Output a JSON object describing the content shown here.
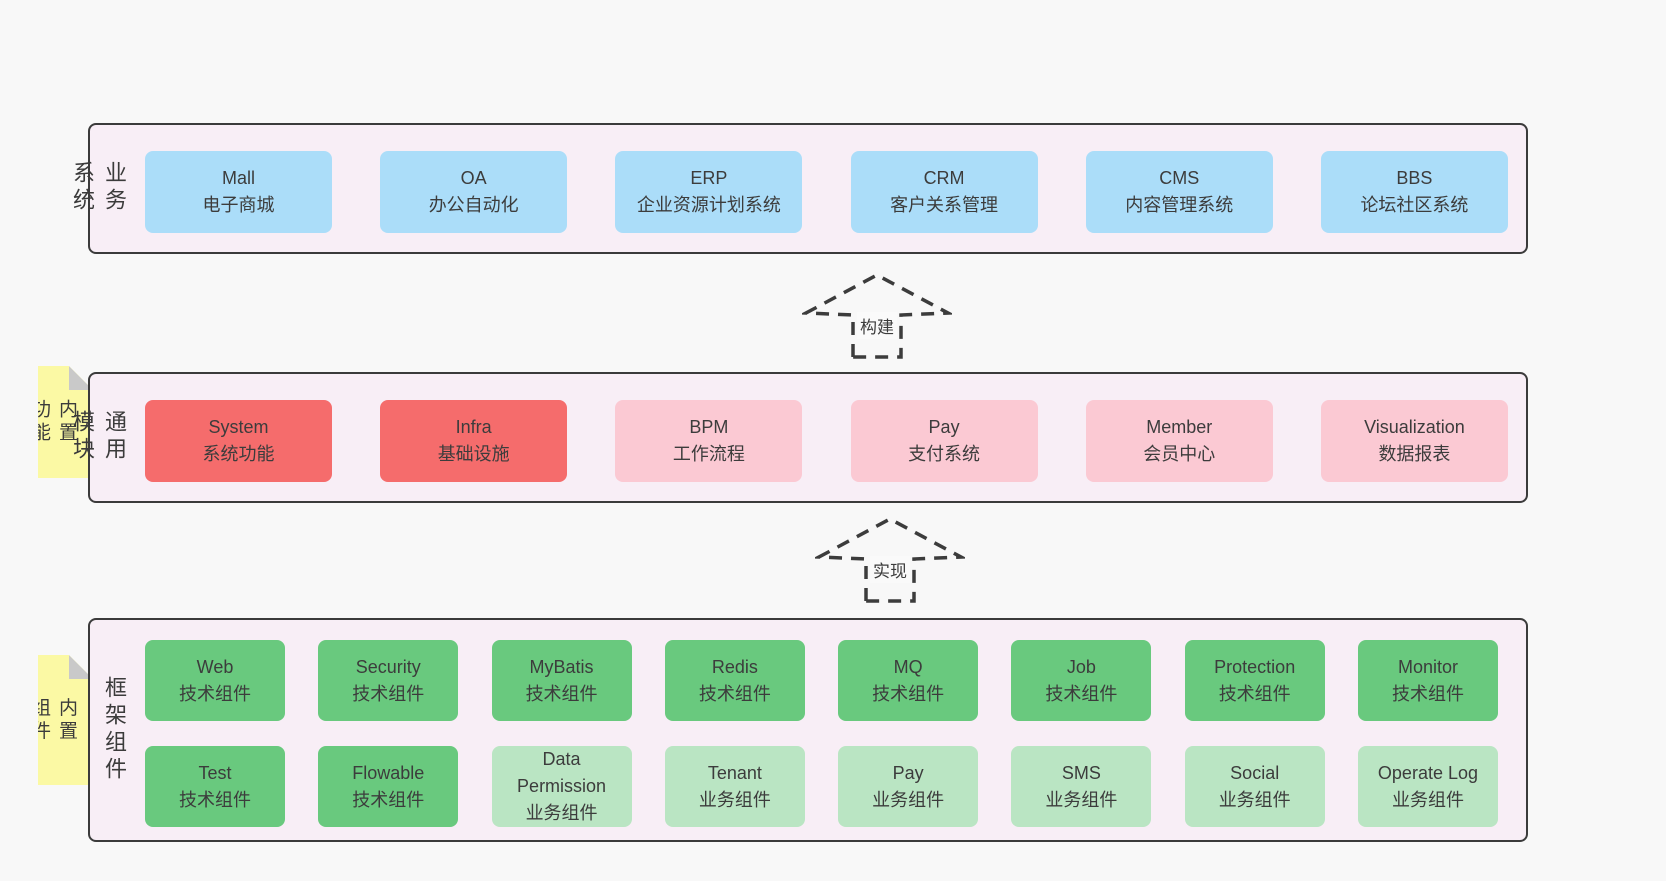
{
  "palette": {
    "page_background": "#f8f8f8",
    "container_fill": "#f8eef6",
    "container_border": "#3b3b3b",
    "business_box": "#abddf9",
    "core_module_box": "#f56c6c",
    "optional_module_box": "#fbc9d3",
    "tech_component_box": "#69c97e",
    "biz_component_box": "#bae5c3",
    "sticky_note": "#fbf9a4",
    "sticky_fold": "#c9c9c9",
    "text": "#3c3c3c"
  },
  "arrows": [
    {
      "label": "构建"
    },
    {
      "label": "实现"
    }
  ],
  "stickies": [
    {
      "label": "内置功能"
    },
    {
      "label": "内置组件"
    }
  ],
  "layers": [
    {
      "label": "业务系统",
      "boxes": [
        {
          "name": "Mall",
          "desc": "电子商城"
        },
        {
          "name": "OA",
          "desc": "办公自动化"
        },
        {
          "name": "ERP",
          "desc": "企业资源计划系统"
        },
        {
          "name": "CRM",
          "desc": "客户关系管理"
        },
        {
          "name": "CMS",
          "desc": "内容管理系统"
        },
        {
          "name": "BBS",
          "desc": "论坛社区系统"
        }
      ]
    },
    {
      "label": "通用模块",
      "boxes": [
        {
          "name": "System",
          "desc": "系统功能"
        },
        {
          "name": "Infra",
          "desc": "基础设施"
        },
        {
          "name": "BPM",
          "desc": "工作流程"
        },
        {
          "name": "Pay",
          "desc": "支付系统"
        },
        {
          "name": "Member",
          "desc": "会员中心"
        },
        {
          "name": "Visualization",
          "desc": "数据报表"
        }
      ]
    },
    {
      "label": "框架组件",
      "rows": [
        [
          {
            "name": "Web",
            "desc": "技术组件"
          },
          {
            "name": "Security",
            "desc": "技术组件"
          },
          {
            "name": "MyBatis",
            "desc": "技术组件"
          },
          {
            "name": "Redis",
            "desc": "技术组件"
          },
          {
            "name": "MQ",
            "desc": "技术组件"
          },
          {
            "name": "Job",
            "desc": "技术组件"
          },
          {
            "name": "Protection",
            "desc": "技术组件"
          },
          {
            "name": "Monitor",
            "desc": "技术组件"
          }
        ],
        [
          {
            "name": "Test",
            "desc": "技术组件"
          },
          {
            "name": "Flowable",
            "desc": "技术组件"
          },
          {
            "name": "Data Permission",
            "desc": "业务组件"
          },
          {
            "name": "Tenant",
            "desc": "业务组件"
          },
          {
            "name": "Pay",
            "desc": "业务组件"
          },
          {
            "name": "SMS",
            "desc": "业务组件"
          },
          {
            "name": "Social",
            "desc": "业务组件"
          },
          {
            "name": "Operate Log",
            "desc": "业务组件"
          }
        ]
      ]
    }
  ]
}
